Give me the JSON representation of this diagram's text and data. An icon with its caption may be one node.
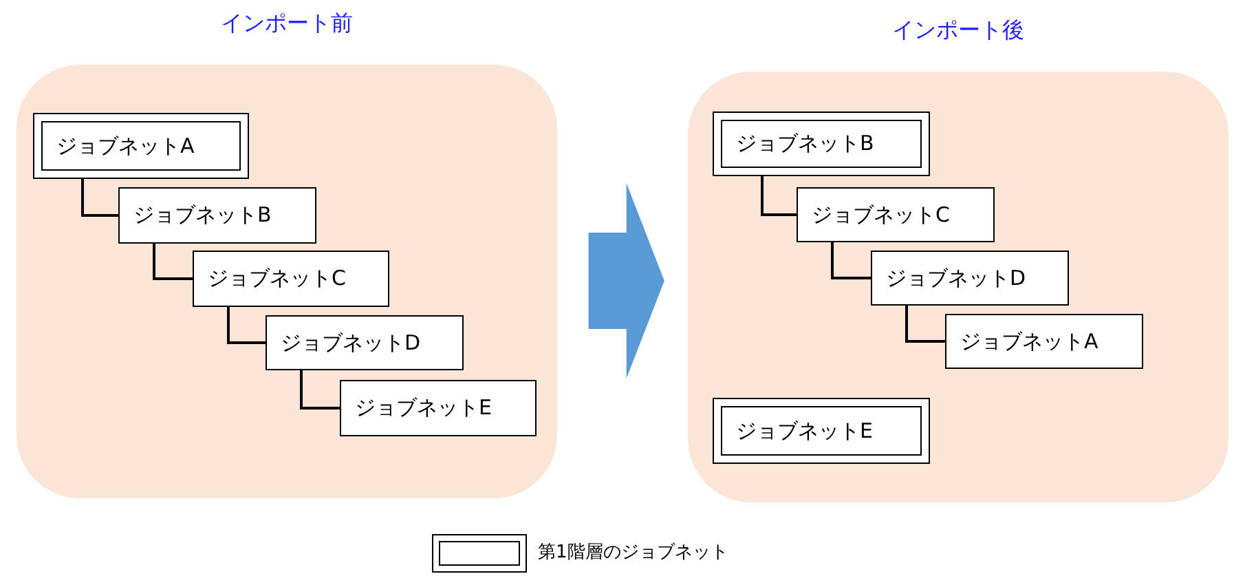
{
  "diagram": {
    "nodes": [
      {
        "text": [
          "インポート前"
        ]
      },
      {
        "text": [
          "ジョブネットA"
        ],
        "in": 0
      },
      {
        "text": [
          "ジョブネットB"
        ],
        "in": 0
      },
      {
        "text": [
          "ジョブネットC"
        ],
        "in": 0
      },
      {
        "text": [
          "ジョブネットD"
        ],
        "in": 0
      },
      {
        "text": [
          "ジョブネットE"
        ],
        "in": 0
      },
      {
        "text": [
          "インポート後"
        ]
      },
      {
        "text": [
          "ジョブネットB"
        ],
        "in": 6
      },
      {
        "text": [
          "ジョブネットC"
        ],
        "in": 6
      },
      {
        "text": [
          "ジョブネットD"
        ],
        "in": 6
      },
      {
        "text": [
          "ジョブネットA"
        ],
        "in": 6
      },
      {
        "text": [
          "ジョブネットE"
        ],
        "in": 6
      }
    ],
    "edges": [
      {
        "from": 0,
        "to": 6,
        "arrow": "to",
        "style": "thick",
        "color": "#5b9bd5"
      },
      {
        "from": 1,
        "to": 2,
        "arrow": "none"
      },
      {
        "from": 2,
        "to": 3,
        "arrow": "none"
      },
      {
        "from": 3,
        "to": 4,
        "arrow": "none"
      },
      {
        "from": 4,
        "to": 5,
        "arrow": "none"
      },
      {
        "from": 7,
        "to": 8,
        "arrow": "none"
      },
      {
        "from": 8,
        "to": 9,
        "arrow": "none"
      },
      {
        "from": 9,
        "to": 10,
        "arrow": "none"
      }
    ],
    "legend": [
      {
        "text": "第1階層のジョブネット"
      }
    ]
  }
}
